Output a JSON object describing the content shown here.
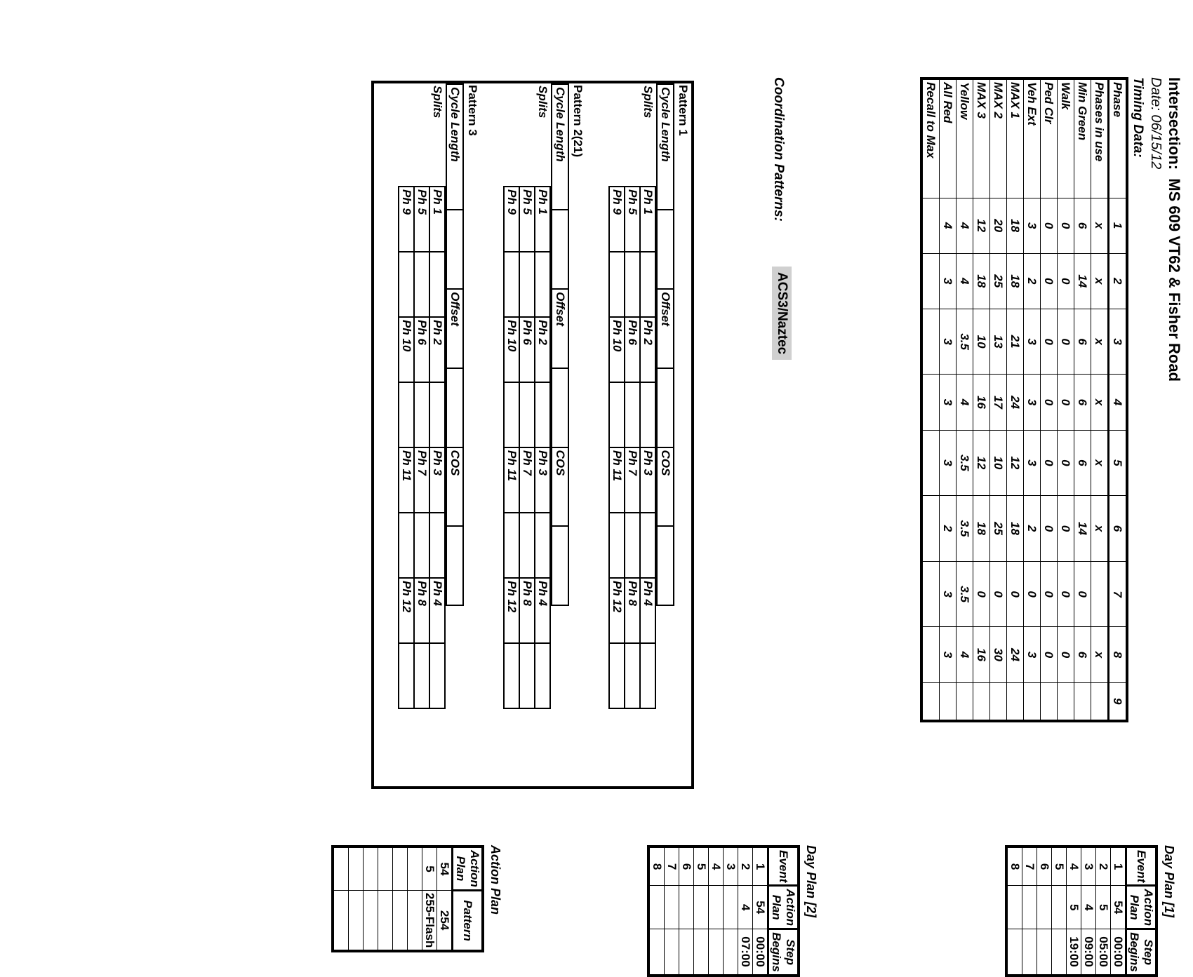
{
  "header": {
    "intersection_label": "Intersection:",
    "intersection_value": "MS 609 VT62 & Fisher Road",
    "date": "Date: 06/15/12",
    "timing_title": "Timing Data:"
  },
  "timing": {
    "rows": [
      [
        "Phase",
        "1",
        "2",
        "3",
        "4",
        "5",
        "6",
        "7",
        "8",
        "9"
      ],
      [
        "Phases in use",
        "x",
        "x",
        "x",
        "x",
        "x",
        "x",
        "",
        "x",
        ""
      ],
      [
        "Min Green",
        "6",
        "14",
        "6",
        "6",
        "6",
        "14",
        "0",
        "6",
        ""
      ],
      [
        "Walk",
        "0",
        "0",
        "0",
        "0",
        "0",
        "0",
        "0",
        "0",
        ""
      ],
      [
        "Ped Clr",
        "0",
        "0",
        "0",
        "0",
        "0",
        "0",
        "0",
        "0",
        ""
      ],
      [
        "Veh Ext",
        "3",
        "2",
        "3",
        "3",
        "3",
        "2",
        "0",
        "3",
        ""
      ],
      [
        "MAX 1",
        "18",
        "18",
        "21",
        "24",
        "12",
        "18",
        "0",
        "24",
        ""
      ],
      [
        "MAX 2",
        "20",
        "25",
        "13",
        "17",
        "10",
        "25",
        "0",
        "30",
        ""
      ],
      [
        "MAX 3",
        "12",
        "18",
        "10",
        "16",
        "12",
        "18",
        "0",
        "16",
        ""
      ],
      [
        "Yellow",
        "4",
        "4",
        "3.5",
        "4",
        "3.5",
        "3.5",
        "3.5",
        "4",
        ""
      ],
      [
        "All Red",
        "4",
        "3",
        "3",
        "3",
        "3",
        "2",
        "3",
        "3",
        ""
      ],
      [
        "Recall to Max",
        "",
        "",
        "",
        "",
        "",
        "",
        "",
        "",
        ""
      ]
    ]
  },
  "coordination": {
    "label": "Coordination Patterns:",
    "system": "ACS3/Naztec",
    "headers": [
      "Cycle Length",
      "Offset",
      "COS"
    ],
    "splits_label": "Splits",
    "phases": [
      [
        "Ph 1",
        "Ph 2",
        "Ph 3",
        "Ph 4"
      ],
      [
        "Ph 5",
        "Ph 6",
        "Ph 7",
        "Ph 8"
      ],
      [
        "Ph 9",
        "Ph 10",
        "Ph 11",
        "Ph 12"
      ]
    ],
    "patterns": [
      "Pattern 1",
      "Pattern 2(21)",
      "Pattern 3"
    ]
  },
  "day_plan_1": {
    "title": "Day Plan [1]",
    "headers": [
      "Event",
      "Action Plan",
      "Step Begins"
    ],
    "rows": [
      [
        "1",
        "54",
        "00:00"
      ],
      [
        "2",
        "5",
        "05:00"
      ],
      [
        "3",
        "4",
        "09:00"
      ],
      [
        "4",
        "5",
        "19:00"
      ],
      [
        "5",
        "",
        ""
      ],
      [
        "6",
        "",
        ""
      ],
      [
        "7",
        "",
        ""
      ],
      [
        "8",
        "",
        ""
      ]
    ]
  },
  "day_plan_2": {
    "title": "Day Plan [2]",
    "headers": [
      "Event",
      "Action Plan",
      "Step Begins"
    ],
    "rows": [
      [
        "1",
        "54",
        "00:00"
      ],
      [
        "2",
        "4",
        "07:00"
      ],
      [
        "3",
        "",
        ""
      ],
      [
        "4",
        "",
        ""
      ],
      [
        "5",
        "",
        ""
      ],
      [
        "6",
        "",
        ""
      ],
      [
        "7",
        "",
        ""
      ],
      [
        "8",
        "",
        ""
      ]
    ]
  },
  "action_plan": {
    "title": "Action Plan",
    "headers": [
      "Action Plan",
      "Pattern"
    ],
    "rows": [
      [
        "54",
        "254"
      ],
      [
        "5",
        "255-Flash"
      ],
      [
        "",
        ""
      ],
      [
        "",
        ""
      ],
      [
        "",
        ""
      ],
      [
        "",
        ""
      ],
      [
        "",
        ""
      ],
      [
        "",
        ""
      ]
    ]
  }
}
